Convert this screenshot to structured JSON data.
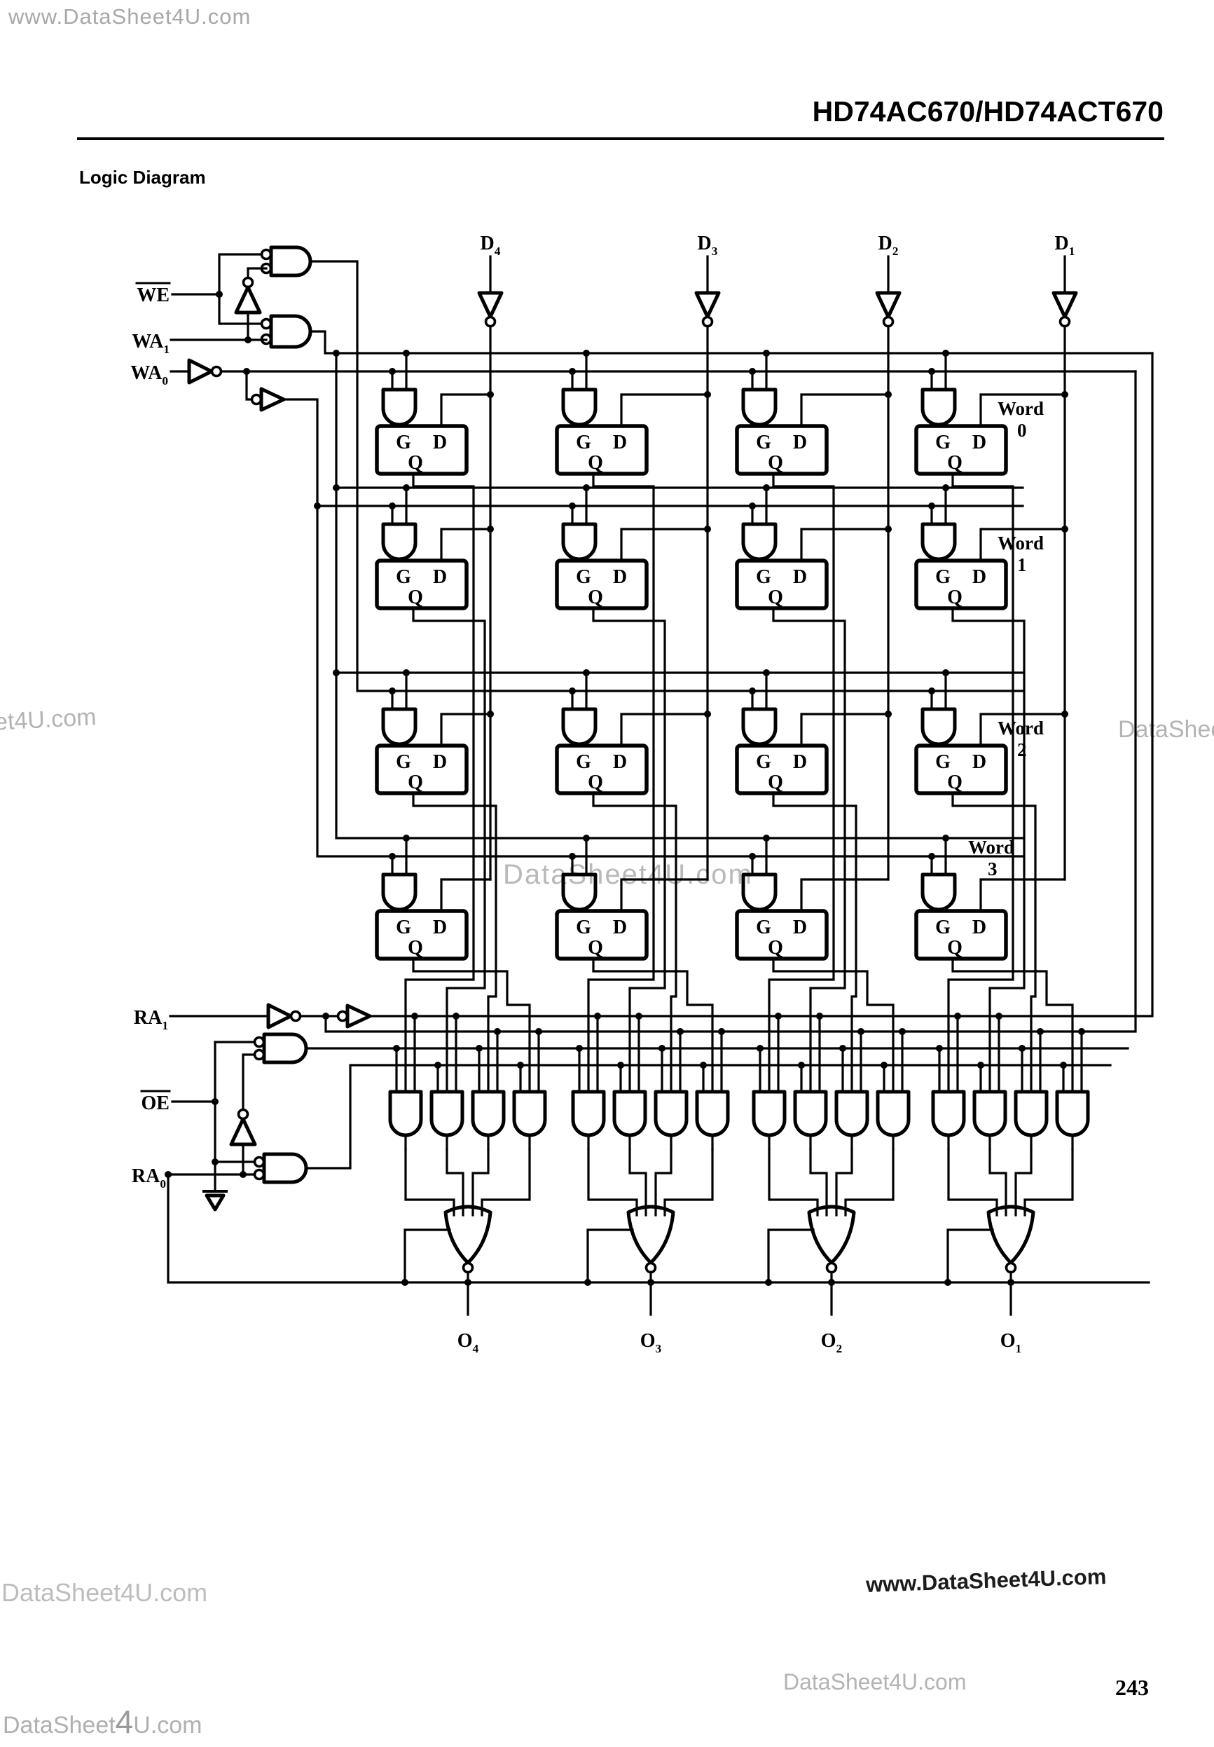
{
  "page": {
    "watermarks": {
      "top_left": "www.DataSheet4U.com",
      "mid_left": "et4U.com",
      "mid_right": "DataShee",
      "diagram_center": "DataSheet4U.com",
      "lower_left": "DataSheet4U.com",
      "lower_right": "www.DataSheet4U.com",
      "bottom_center": "DataSheet4U.com",
      "bottom_left_parts": [
        "DataSheet",
        "4",
        "U.com"
      ]
    },
    "header": {
      "title": "HD74AC670/HD74ACT670",
      "section_heading": "Logic Diagram"
    },
    "page_number": "243",
    "colors": {
      "ink": "#000000",
      "watermark_gray": "#b4b4b4",
      "watermark_dark": "#1c1c1c"
    }
  },
  "diagram": {
    "write_inputs": [
      {
        "id": "we",
        "text": "WE",
        "overline": true
      },
      {
        "id": "wa1",
        "text": "WA",
        "sub": "1"
      },
      {
        "id": "wa0",
        "text": "WA",
        "sub": "0"
      }
    ],
    "data_inputs": [
      {
        "text": "D",
        "sub": "4"
      },
      {
        "text": "D",
        "sub": "3"
      },
      {
        "text": "D",
        "sub": "2"
      },
      {
        "text": "D",
        "sub": "1"
      }
    ],
    "word_labels": [
      {
        "line1": "Word",
        "line2": "0"
      },
      {
        "line1": "Word",
        "line2": "1"
      },
      {
        "line1": "Word",
        "line2": "2"
      },
      {
        "line1": "Word",
        "line2": "3"
      }
    ],
    "latch_labels": {
      "gate": "G",
      "data": "D",
      "output": "Q"
    },
    "read_inputs": [
      {
        "id": "ra1",
        "text": "RA",
        "sub": "1"
      },
      {
        "id": "oe",
        "text": "OE",
        "overline": true
      },
      {
        "id": "ra0",
        "text": "RA",
        "sub": "0"
      }
    ],
    "outputs": [
      {
        "text": "O",
        "sub": "4"
      },
      {
        "text": "O",
        "sub": "3"
      },
      {
        "text": "O",
        "sub": "2"
      },
      {
        "text": "O",
        "sub": "1"
      }
    ]
  }
}
